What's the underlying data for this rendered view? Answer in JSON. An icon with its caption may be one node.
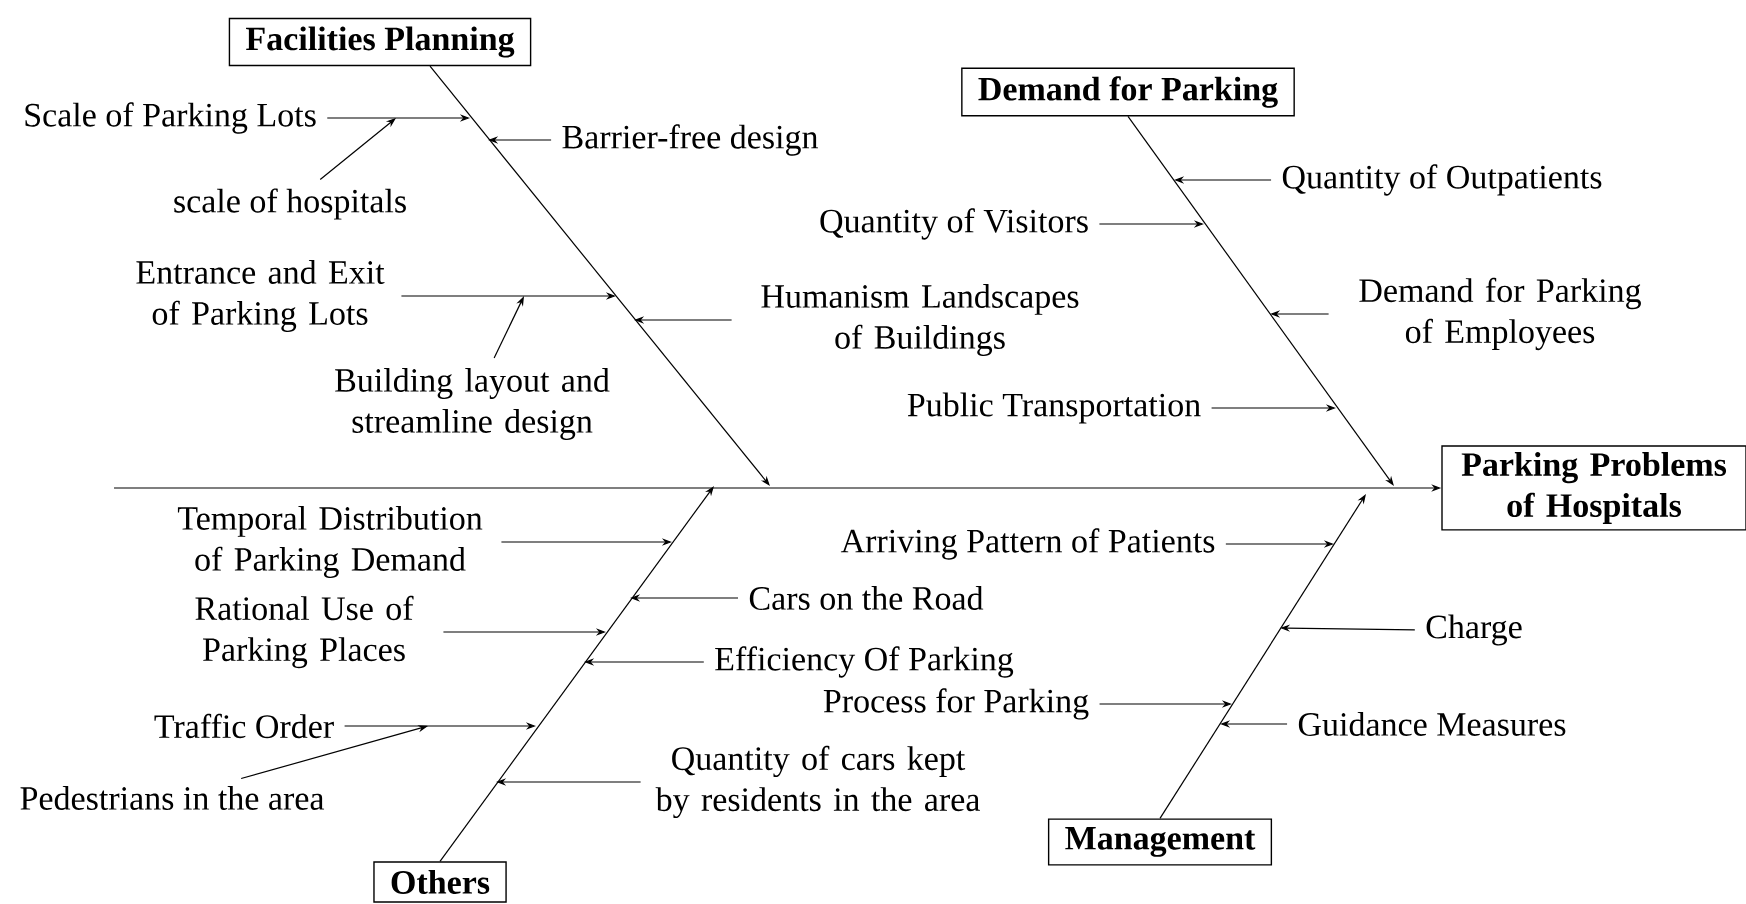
{
  "diagram": {
    "nodes": [
      {
        "text": [
          "Facilities Planning"
        ]
      },
      {
        "text": [
          "Scale of Parking Lots"
        ]
      },
      {
        "text": [
          "Barrier-free design"
        ]
      },
      {
        "text": [
          "scale of hospitals"
        ]
      },
      {
        "text": [
          "Entrance and Exit of Parking Lots"
        ]
      },
      {
        "text": [
          "Humanism Landscapes of Buildings"
        ]
      },
      {
        "text": [
          "Building layout and streamline design"
        ]
      },
      {
        "text": [
          "Demand for Parking"
        ]
      },
      {
        "text": [
          "Quantity of Outpatients"
        ]
      },
      {
        "text": [
          "Quantity of Visitors"
        ]
      },
      {
        "text": [
          "Demand for Parking of Employees"
        ]
      },
      {
        "text": [
          "Public Transportation"
        ]
      },
      {
        "text": [
          "Parking Problems of Hospitals"
        ]
      },
      {
        "text": [
          "Temporal Distribution of Parking Demand"
        ]
      },
      {
        "text": [
          "Arriving Pattern of Patients"
        ]
      },
      {
        "text": [
          "Rational Use of Parking Places"
        ]
      },
      {
        "text": [
          "Cars on the Road"
        ]
      },
      {
        "text": [
          "Efficiency Of Parking"
        ]
      },
      {
        "text": [
          "Process for Parking"
        ]
      },
      {
        "text": [
          "Charge"
        ]
      },
      {
        "text": [
          "Traffic Order"
        ]
      },
      {
        "text": [
          "Guidance Measures"
        ]
      },
      {
        "text": [
          "Pedestrians in the area"
        ]
      },
      {
        "text": [
          "Quantity of cars kept by residents in the area"
        ]
      },
      {
        "text": [
          "Management"
        ]
      },
      {
        "text": [
          "Others"
        ]
      }
    ],
    "edges": [
      {
        "from": 1,
        "to": null,
        "arrow": "to"
      },
      {
        "from": 3,
        "to": null,
        "arrow": "to"
      },
      {
        "from": 2,
        "to": null,
        "arrow": "to"
      },
      {
        "from": 4,
        "to": null,
        "arrow": "to"
      },
      {
        "from": 6,
        "to": null,
        "arrow": "to"
      },
      {
        "from": 5,
        "to": null,
        "arrow": "to"
      },
      {
        "from": 0,
        "to": null,
        "arrow": "to"
      },
      {
        "from": 8,
        "to": null,
        "arrow": "to"
      },
      {
        "from": 9,
        "to": null,
        "arrow": "to"
      },
      {
        "from": 10,
        "to": null,
        "arrow": "to"
      },
      {
        "from": 11,
        "to": null,
        "arrow": "to"
      },
      {
        "from": 7,
        "to": null,
        "arrow": "to"
      },
      {
        "from": null,
        "to": 12,
        "arrow": "to"
      },
      {
        "from": 13,
        "to": null,
        "arrow": "to"
      },
      {
        "from": 15,
        "to": null,
        "arrow": "to"
      },
      {
        "from": 16,
        "to": null,
        "arrow": "to"
      },
      {
        "from": 17,
        "to": null,
        "arrow": "to"
      },
      {
        "from": 20,
        "to": null,
        "arrow": "to"
      },
      {
        "from": 22,
        "to": null,
        "arrow": "to"
      },
      {
        "from": 23,
        "to": null,
        "arrow": "to"
      },
      {
        "from": 25,
        "to": null,
        "arrow": "to"
      },
      {
        "from": 14,
        "to": null,
        "arrow": "to"
      },
      {
        "from": 19,
        "to": null,
        "arrow": "to"
      },
      {
        "from": 18,
        "to": null,
        "arrow": "to"
      },
      {
        "from": 21,
        "to": null,
        "arrow": "to"
      },
      {
        "from": 24,
        "to": null,
        "arrow": "to"
      }
    ]
  }
}
